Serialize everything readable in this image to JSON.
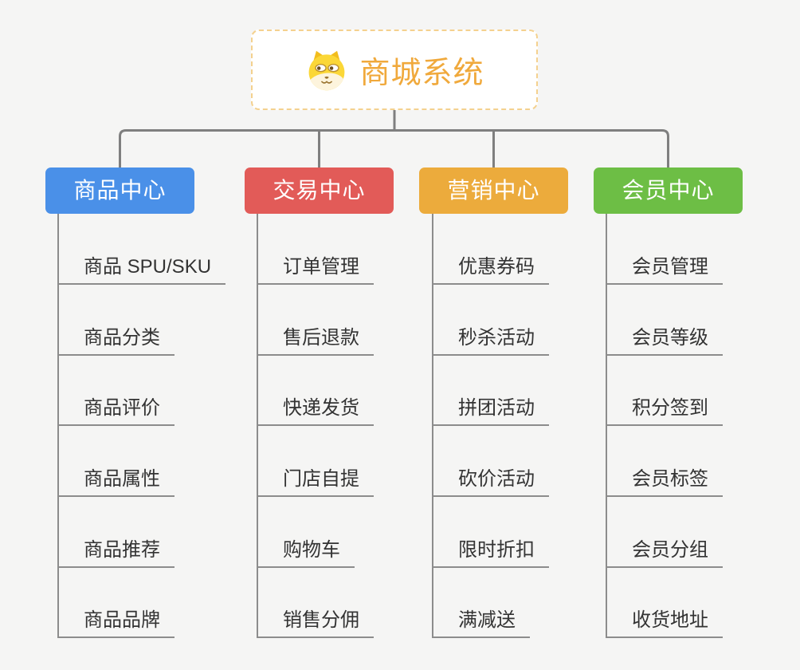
{
  "root": {
    "title": "商城系统",
    "icon": "dog-face-icon"
  },
  "branches": [
    {
      "label": "商品中心",
      "color": "#4a90e8",
      "items": [
        "商品 SPU/SKU",
        "商品分类",
        "商品评价",
        "商品属性",
        "商品推荐",
        "商品品牌"
      ]
    },
    {
      "label": "交易中心",
      "color": "#e25b58",
      "items": [
        "订单管理",
        "售后退款",
        "快递发货",
        "门店自提",
        "购物车",
        "销售分佣"
      ]
    },
    {
      "label": "营销中心",
      "color": "#ecab3c",
      "items": [
        "优惠券码",
        "秒杀活动",
        "拼团活动",
        "砍价活动",
        "限时折扣",
        "满减送"
      ]
    },
    {
      "label": "会员中心",
      "color": "#6dbe45",
      "items": [
        "会员管理",
        "会员等级",
        "积分签到",
        "会员标签",
        "会员分组",
        "收货地址"
      ]
    }
  ],
  "colors": {
    "canvas_background": "#f5f5f4",
    "connector_gray": "#7f7f7f",
    "underline_gray": "#8c8c8c",
    "root_border": "#f4d18f",
    "root_title": "#f0a93c",
    "item_text": "#333333"
  }
}
